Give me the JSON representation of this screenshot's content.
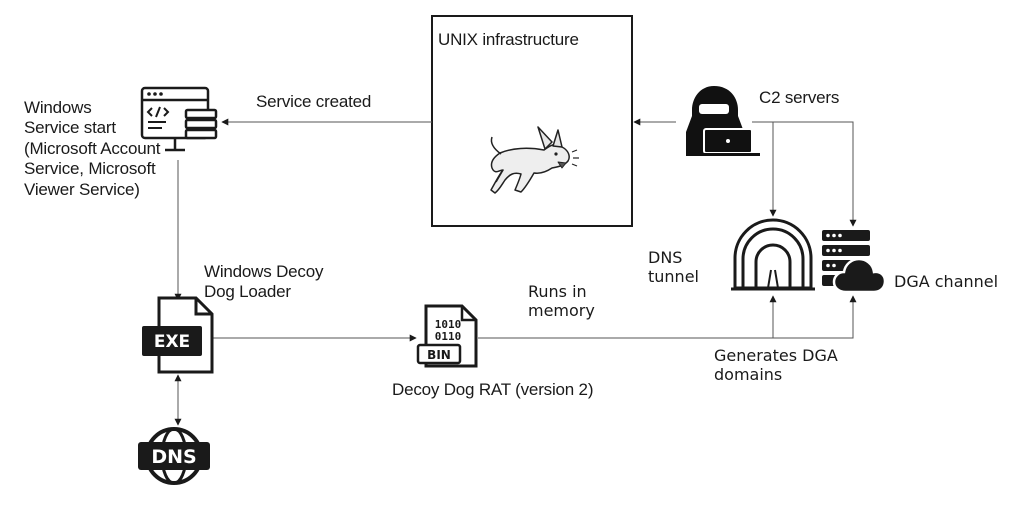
{
  "unix_box": {
    "title": "UNIX infrastructure",
    "icon": "angry-dog-icon"
  },
  "c2": {
    "label": "C2 servers",
    "icon": "hacker-laptop-icon"
  },
  "windows_service": {
    "lines": [
      "Windows",
      "Service start",
      "(Microsoft Account",
      "Service, Microsoft",
      "Viewer Service)"
    ],
    "icon": "code-terminal-server-icon"
  },
  "service_created": "Service created",
  "loader": {
    "lines": [
      "Windows Decoy",
      "Dog Loader"
    ],
    "icon": "exe-file-icon",
    "badge": "EXE"
  },
  "dns_globe": {
    "badge": "DNS",
    "icon": "dns-globe-icon"
  },
  "rat": {
    "label": "Decoy Dog RAT (version 2)",
    "icon": "bin-file-icon",
    "digits": [
      "1010",
      "0110"
    ],
    "badge": "BIN"
  },
  "runs_in_memory": [
    "Runs in",
    "memory"
  ],
  "dns_tunnel": {
    "lines": [
      "DNS",
      "tunnel"
    ],
    "icon": "tunnel-icon"
  },
  "dga_channel": {
    "label": "DGA channel",
    "icon": "server-cloud-icon"
  },
  "generates_dga": [
    "Generates DGA",
    "domains"
  ]
}
